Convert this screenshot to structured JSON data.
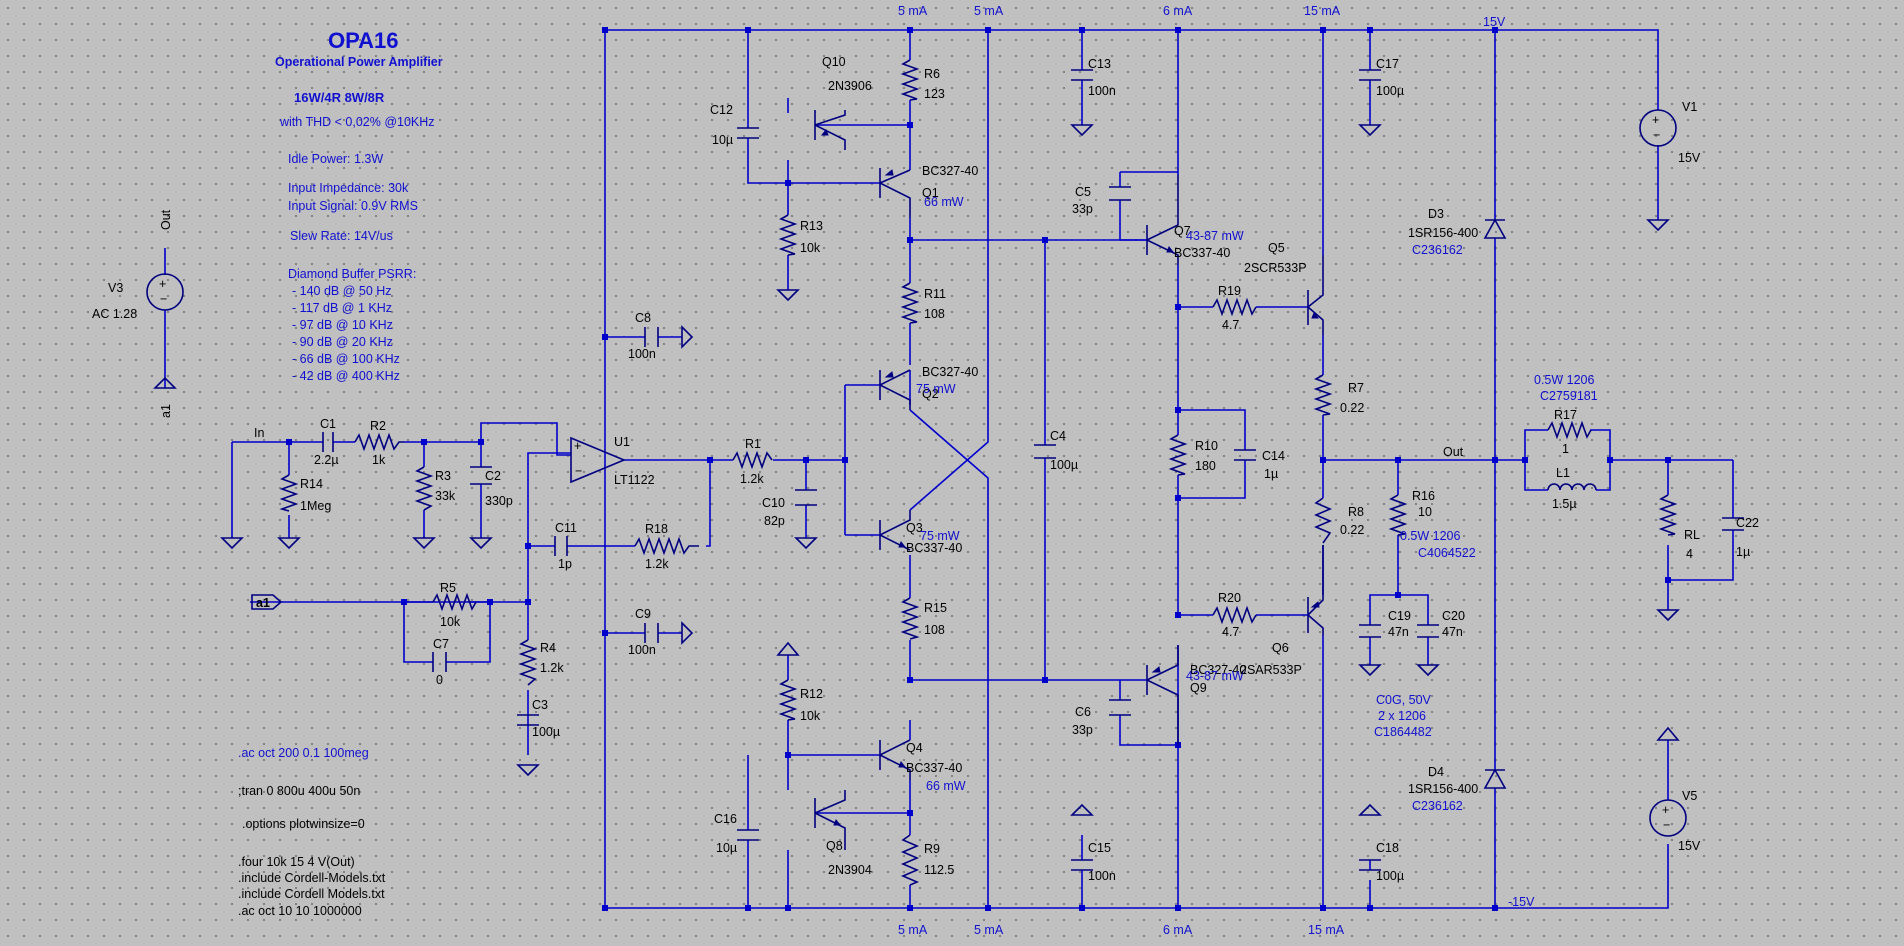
{
  "header": {
    "title": "OPA16",
    "subtitle": "Operational Power Amplifier",
    "power": "16W/4R  8W/8R",
    "thd": "with THD < 0,02% @10KHz",
    "specs": [
      "Idle Power: 1.3W",
      "Input Impedance: 30k",
      "Input Signal: 0.9V RMS",
      "Slew Rate: 14V/us"
    ],
    "psrr_title": "Diamond Buffer PSRR:",
    "psrr": [
      "- 140 dB @ 50 Hz",
      "- 117 dB @ 1 KHz",
      "- 97 dB @ 10 KHz",
      "- 90 dB @ 20 KHz",
      "- 66 dB @ 100 KHz",
      "- 42 dB @ 400 KHz"
    ]
  },
  "directives": [
    ".ac oct 200 0.1 100meg",
    ";tran 0 800u 400u 50n",
    ".options plotwinsize=0",
    ".four 10k 15 4 V(Out)",
    ".include Cordell-Models.txt",
    ".include Cordell Models.txt",
    ".ac oct 10 10 1000000"
  ],
  "rail_currents": {
    "c1": "5 mA",
    "c2": "5 mA",
    "c3": "6 mA",
    "c4": "15 mA"
  },
  "nets": {
    "in": "In",
    "out_probe": "Out",
    "out": "Out",
    "a1": "a1",
    "a1_flag": "a1",
    "vpos": "15V",
    "vneg": "-15V"
  },
  "sources": {
    "V3": {
      "name": "V3",
      "value": "AC 1.28"
    },
    "V1": {
      "name": "V1",
      "value": "15V"
    },
    "V5": {
      "name": "V5",
      "value": "15V"
    }
  },
  "opamp": {
    "name": "U1",
    "part": "LT1122"
  },
  "resistors": [
    {
      "name": "R14",
      "value": "1Meg"
    },
    {
      "name": "R2",
      "value": "1k"
    },
    {
      "name": "R3",
      "value": "33k"
    },
    {
      "name": "R5",
      "value": "10k"
    },
    {
      "name": "R4",
      "value": "1.2k"
    },
    {
      "name": "R18",
      "value": "1.2k"
    },
    {
      "name": "R1",
      "value": "1.2k"
    },
    {
      "name": "R6",
      "value": "123"
    },
    {
      "name": "R13",
      "value": "10k"
    },
    {
      "name": "R11",
      "value": "108"
    },
    {
      "name": "R15",
      "value": "108"
    },
    {
      "name": "R12",
      "value": "10k"
    },
    {
      "name": "R9",
      "value": "112.5"
    },
    {
      "name": "R19",
      "value": "4.7"
    },
    {
      "name": "R10",
      "value": "180"
    },
    {
      "name": "R20",
      "value": "4.7"
    },
    {
      "name": "R7",
      "value": "0.22"
    },
    {
      "name": "R8",
      "value": "0.22"
    },
    {
      "name": "R16",
      "value": "10"
    },
    {
      "name": "R17",
      "value": "1"
    },
    {
      "name": "RL",
      "value": "4"
    }
  ],
  "capacitors": [
    {
      "name": "C1",
      "value": "2.2µ"
    },
    {
      "name": "C2",
      "value": "330p"
    },
    {
      "name": "C7",
      "value": "0"
    },
    {
      "name": "C3",
      "value": "100µ"
    },
    {
      "name": "C11",
      "value": "1p"
    },
    {
      "name": "C8",
      "value": "100n"
    },
    {
      "name": "C9",
      "value": "100n"
    },
    {
      "name": "C12",
      "value": "10µ"
    },
    {
      "name": "C16",
      "value": "10µ"
    },
    {
      "name": "C10",
      "value": "82p"
    },
    {
      "name": "C13",
      "value": "100n"
    },
    {
      "name": "C15",
      "value": "100n"
    },
    {
      "name": "C4",
      "value": "100µ"
    },
    {
      "name": "C5",
      "value": "33p"
    },
    {
      "name": "C6",
      "value": "33p"
    },
    {
      "name": "C14",
      "value": "1µ"
    },
    {
      "name": "C17",
      "value": "100µ"
    },
    {
      "name": "C18",
      "value": "100µ"
    },
    {
      "name": "C19",
      "value": "47n"
    },
    {
      "name": "C20",
      "value": "47n"
    },
    {
      "name": "C22",
      "value": "1µ"
    }
  ],
  "inductors": [
    {
      "name": "L1",
      "value": "1.5µ"
    }
  ],
  "transistors": [
    {
      "name": "Q10",
      "part": "2N3906",
      "power": ""
    },
    {
      "name": "Q1",
      "part": "BC327-40",
      "power": "66 mW"
    },
    {
      "name": "Q2",
      "part": "BC327-40",
      "power": "75 mW"
    },
    {
      "name": "Q3",
      "part": "BC337-40",
      "power": "75 mW"
    },
    {
      "name": "Q4",
      "part": "BC337-40",
      "power": "66 mW"
    },
    {
      "name": "Q8",
      "part": "2N3904",
      "power": ""
    },
    {
      "name": "Q7",
      "part": "BC337-40",
      "power": "43-87 mW"
    },
    {
      "name": "Q9",
      "part": "BC327-40",
      "power": "43-87 mW"
    },
    {
      "name": "Q5",
      "part": "2SCR533P",
      "power": ""
    },
    {
      "name": "Q6",
      "part": "2SAR533P",
      "power": ""
    }
  ],
  "diodes": [
    {
      "name": "D3",
      "part": "1SR156-400",
      "code": "C236162"
    },
    {
      "name": "D4",
      "part": "1SR156-400",
      "code": "C236162"
    }
  ],
  "notes": {
    "r17": [
      "0.5W 1206",
      "C2759181"
    ],
    "r16": [
      "0.5W 1206",
      "C4064522"
    ],
    "c19c20": [
      "C0G, 50V",
      "2 x 1206",
      "C1864482"
    ]
  }
}
